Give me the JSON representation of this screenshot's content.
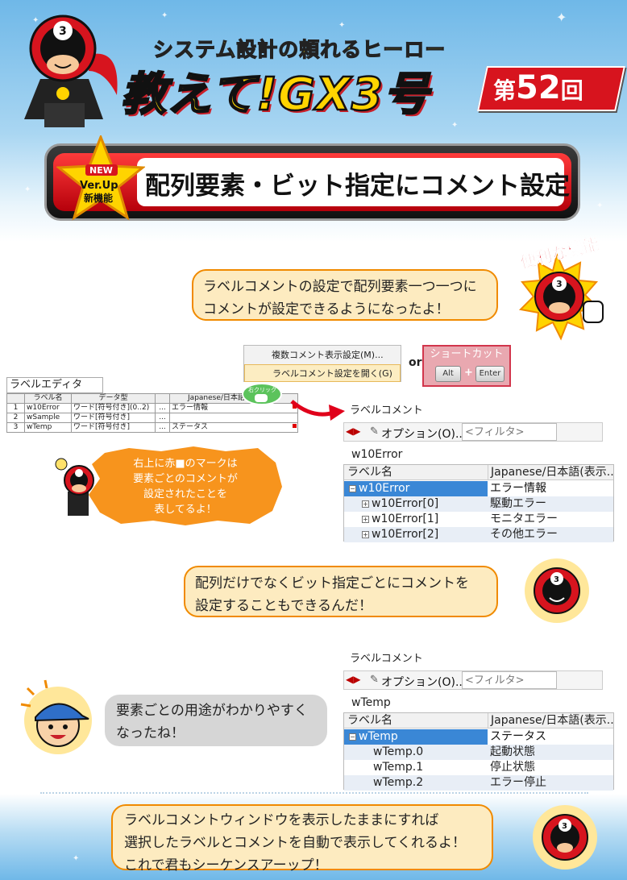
{
  "header": {
    "subtitle": "システム設計の頼れるヒーロー",
    "title": "教えて!GX3号",
    "episode_prefix": "第",
    "episode_number": "52",
    "episode_suffix": "回"
  },
  "badge": {
    "new": "NEW",
    "verup": "Ver.Up",
    "kinou": "新機能"
  },
  "feature_title": "配列要素・ビット指定にコメント設定",
  "benri": "便利な機能",
  "bubble1": [
    "ラベルコメントの設定で配列要素一つ一つに",
    "コメントが設定できるようになったよ！"
  ],
  "menu": {
    "items": [
      "複数コメント表示設定(M)...",
      "ラベルコメント設定を開く(G)"
    ]
  },
  "or_text": "or",
  "shortcut": {
    "title": "ショートカット",
    "key1": "Alt",
    "plus": "+",
    "key2": "Enter"
  },
  "label_editor": {
    "title": "ラベルエディタ",
    "click_badge": "右クリック",
    "headers": [
      "",
      "ラベル名",
      "データ型",
      "",
      "Japanese/日本語(表示対象)"
    ],
    "rows": [
      [
        "1",
        "w10Error",
        "ワード[符号付き](0..2)",
        "...",
        "エラー情報"
      ],
      [
        "2",
        "wSample",
        "ワード[符号付き]",
        "...",
        ""
      ],
      [
        "3",
        "wTemp",
        "ワード[符号付き]",
        "...",
        "ステータス"
      ]
    ]
  },
  "bubble_mark": [
    "右上に赤■のマークは",
    "要素ごとのコメントが",
    "設定されたことを",
    "表してるよ！"
  ],
  "panel1": {
    "title": "ラベルコメント",
    "option": "オプション(O)...",
    "filter_placeholder": "<フィルタ>",
    "label": "w10Error",
    "col1": "ラベル名",
    "col2": "Japanese/日本語(表示...",
    "rows": [
      {
        "name": "w10Error",
        "comment": "エラー情報"
      },
      {
        "name": "w10Error[0]",
        "comment": "駆動エラー"
      },
      {
        "name": "w10Error[1]",
        "comment": "モニタエラー"
      },
      {
        "name": "w10Error[2]",
        "comment": "その他エラー"
      }
    ]
  },
  "bubble2": [
    "配列だけでなくビット指定ごとにコメントを",
    "設定することもできるんだ！"
  ],
  "panel2": {
    "title": "ラベルコメント",
    "option": "オプション(O)...",
    "filter_placeholder": "<フィルタ>",
    "label": "wTemp",
    "col1": "ラベル名",
    "col2": "Japanese/日本語(表示...",
    "rows": [
      {
        "name": "wTemp",
        "comment": "ステータス"
      },
      {
        "name": "wTemp.0",
        "comment": "起動状態"
      },
      {
        "name": "wTemp.1",
        "comment": "停止状態"
      },
      {
        "name": "wTemp.2",
        "comment": "エラー停止"
      }
    ]
  },
  "bubble3": [
    "要素ごとの用途がわかりやすく",
    "なったね！"
  ],
  "bubble4": [
    "ラベルコメントウィンドウを表示したままにすれば",
    "選択したラベルとコメントを自動で表示してくれるよ！",
    "これで君もシーケンスアーップ！"
  ],
  "colors": {
    "accent_red": "#d7141e",
    "bubble_fill": "#fdebc0",
    "bubble_border": "#f08a00",
    "selection": "#3a87d6"
  }
}
